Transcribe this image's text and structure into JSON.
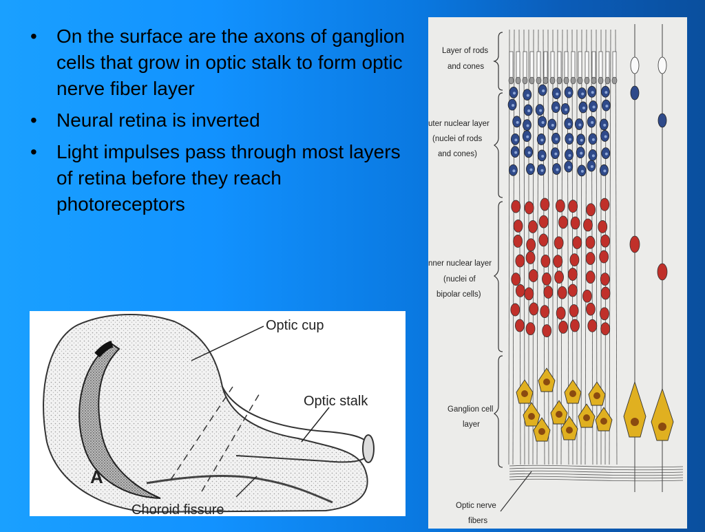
{
  "slide": {
    "bullets": [
      "On the surface are the axons of ganglion cells that grow in optic stalk to form optic nerve fiber layer",
      "Neural retina is inverted",
      "Light impulses pass through most layers of retina before they reach photoreceptors"
    ]
  },
  "optic_cup_figure": {
    "labels": {
      "optic_cup": "Optic cup",
      "optic_stalk": "Optic stalk",
      "choroid_fissure": "Choroid fissure",
      "panel_letter": "A"
    }
  },
  "retina_figure": {
    "labels": {
      "rods_cones_1": "Layer of rods",
      "rods_cones_2": "and cones",
      "outer_nuclear_1": "uter nuclear layer",
      "outer_nuclear_2": "(nuclei of rods",
      "outer_nuclear_3": "and cones)",
      "inner_nuclear_1": "nner nuclear layer",
      "inner_nuclear_2": "(nuclei of",
      "inner_nuclear_3": "bipolar cells)",
      "ganglion_1": "Ganglion cell",
      "ganglion_2": "layer",
      "optic_nerve_1": "Optic nerve",
      "optic_nerve_2": "fibers"
    }
  },
  "colors": {
    "background_light": "#1aa0ff",
    "background_dark": "#0a4f9e",
    "rod_nucleus": "#2f4a8a",
    "bipolar_nucleus": "#c0302a",
    "ganglion_cell": "#e0b020"
  }
}
